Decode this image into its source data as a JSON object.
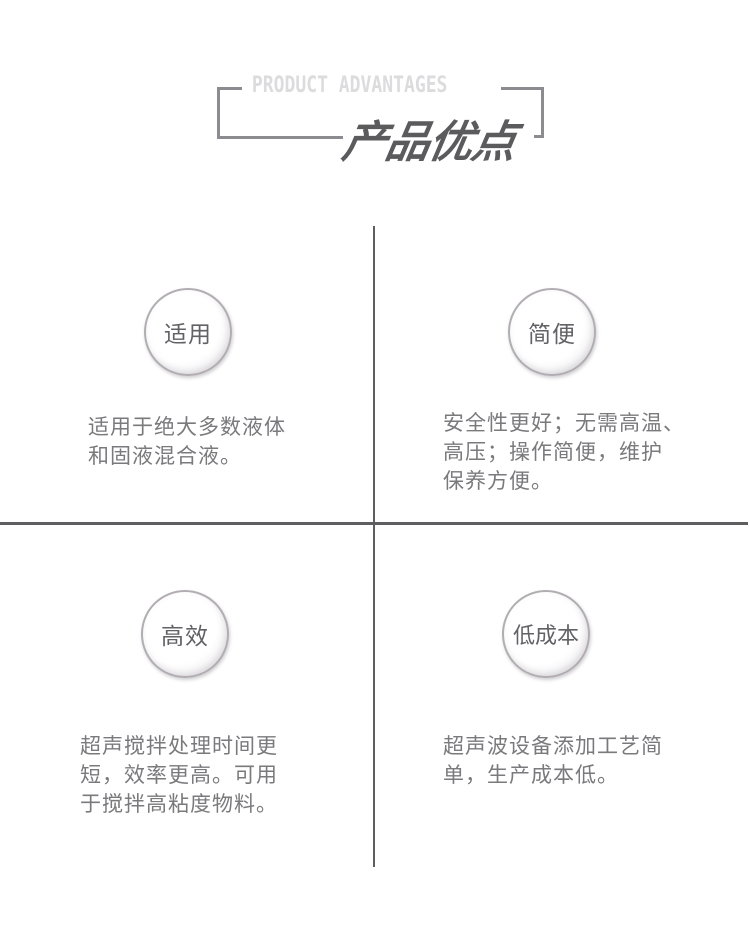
{
  "header": {
    "subtitle": "PRODUCT ADVANTAGES",
    "title": "产品优点"
  },
  "colors": {
    "bracket": "#8c8b90",
    "subtitle": "#dcdbdd",
    "title": "#5b5a5d",
    "divider": "#5e5d60",
    "body_text": "#7a797c",
    "circle_border": "#b1adb2"
  },
  "cells": [
    {
      "label": "适用",
      "description_lines": [
        "适用于绝大多数液体",
        "和固液混合液。"
      ]
    },
    {
      "label": "简便",
      "description_lines": [
        "安全性更好；无需高温、",
        "高压；操作简便，维护",
        "保养方便。"
      ]
    },
    {
      "label": "高效",
      "description_lines": [
        "超声搅拌处理时间更",
        "短，效率更高。可用",
        "于搅拌高粘度物料。"
      ]
    },
    {
      "label": "低成本",
      "description_lines": [
        "超声波设备添加工艺简",
        "单，生产成本低。"
      ]
    }
  ]
}
